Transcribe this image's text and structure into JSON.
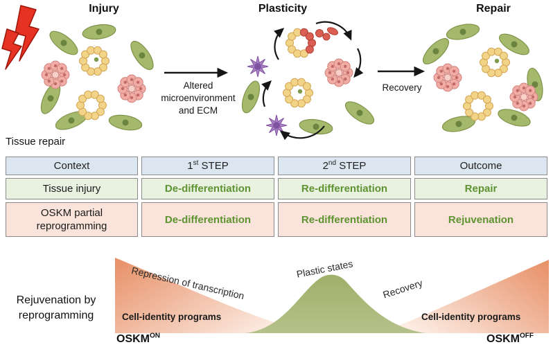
{
  "top": {
    "stage1_label": "Injury",
    "stage2_label": "Plasticity",
    "stage3_label": "Repair",
    "arrow1_label": "Altered\nmicroenvironment\nand ECM",
    "arrow2_label": "Recovery"
  },
  "table": {
    "section_title": "Tissue repair",
    "header": {
      "context": "Context",
      "step1_num": "1",
      "step1_sup": "st",
      "step1_word": " STEP",
      "step2_num": "2",
      "step2_sup": "nd",
      "step2_word": " STEP",
      "outcome": "Outcome"
    },
    "rows": [
      {
        "context": "Tissue injury",
        "step1": "De-differentiation",
        "step2": "Re-differentiation",
        "outcome": "Repair"
      },
      {
        "context": "OSKM partial\nreprogramming",
        "step1": "De-differentiation",
        "step2": "Re-differentiation",
        "outcome": "Rejuvenation"
      }
    ]
  },
  "bottom": {
    "section_title": "Rejuvenation by\nreprogramming",
    "left_slope_label": "Repression of transcription",
    "hill_label": "Plastic states",
    "right_slope_label": "Recovery",
    "left_area_label": "Cell-identity programs",
    "right_area_label": "Cell-identity programs",
    "axis_left_base": "OSKM",
    "axis_left_sup": "ON",
    "axis_right_base": "OSKM",
    "axis_right_sup": "OFF"
  },
  "colors": {
    "table_header_bg": "#dce6f1",
    "tissue_row_bg": "#e9f1e0",
    "oskm_row_bg": "#fae3da",
    "accent_green_text": "#5e9331",
    "salmon_dark": "#e78f66",
    "salmon_light": "#fcece3",
    "hill_green": "#a8b678",
    "cell_green": "#a4b96b",
    "bead_yellow": "#f2d488",
    "rosette_pink": "#f2aca6",
    "star_purple": "#a981c5",
    "damaged_red": "#da5f52",
    "bolt_red": "#e63222"
  }
}
